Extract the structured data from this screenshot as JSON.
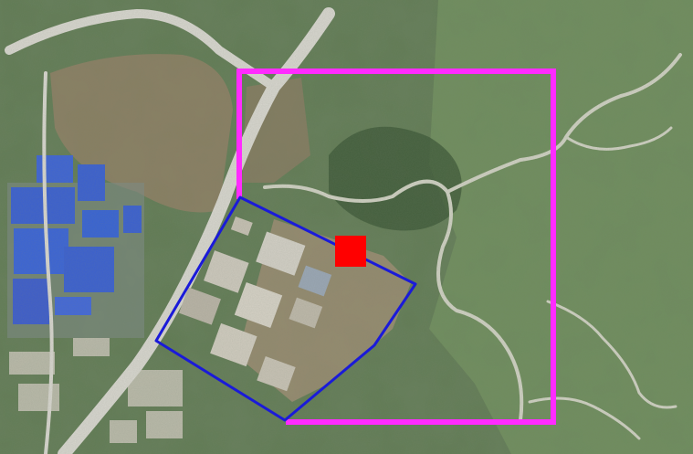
{
  "map": {
    "imagery": "aerial-satellite",
    "colors": {
      "study_boundary": "#ff2bff",
      "facility_outline": "#1a1ad9",
      "point_marker": "#ff0000",
      "vegetation_dark": "#44603d",
      "vegetation_light": "#6f8a5f",
      "bare_soil": "#9a8a70",
      "solar_panels": "#3a5fd0",
      "road": "#d8d6cf"
    },
    "overlays": [
      {
        "name": "study-area-boundary",
        "shape": "rectangle-outline",
        "color": "#ff2bff"
      },
      {
        "name": "facility-area-outline",
        "shape": "polygon-outline",
        "color": "#1a1ad9"
      },
      {
        "name": "point-marker",
        "shape": "square-filled",
        "color": "#ff0000"
      }
    ]
  }
}
